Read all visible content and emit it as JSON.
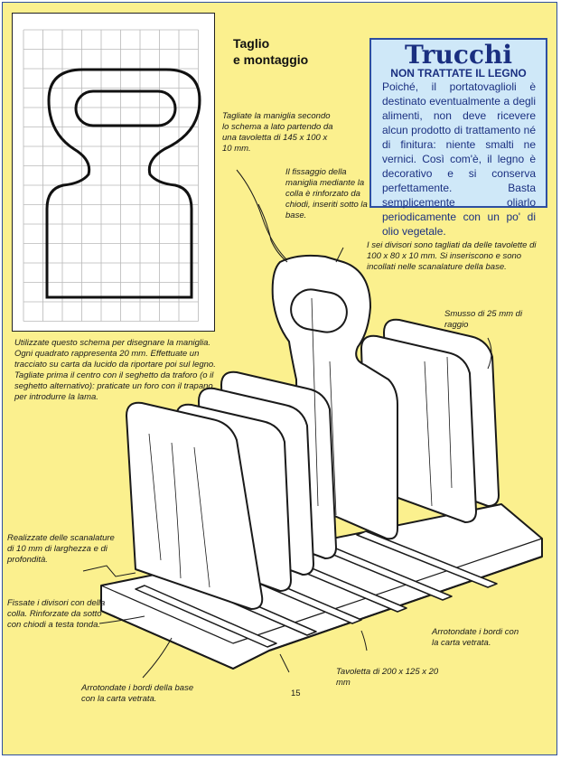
{
  "section_heading": {
    "line1": "Taglio",
    "line2": "e montaggio"
  },
  "tips_box": {
    "title": "Trucchi",
    "subtitle": "NON TRATTATE IL LEGNO",
    "body": "Poiché, il portatovaglioli è destinato eventualmente a degli alimenti, non deve ricevere alcun prodotto di trattamento né di finitura: niente smalti ne vernici. Così com'è, il legno è decorativo e si conserva perfettamente. Basta semplicemente oliarlo periodicamente con un po' di olio vegetale."
  },
  "annotations": {
    "handle_cut": "Tagliate la maniglia secondo lo schema a lato partendo da una tavoletta di 145 x 100 x 10 mm.",
    "handle_fixing": "Il fissaggio della maniglia mediante la colla è rinforzato da chiodi, inseriti sotto la base.",
    "dividers": "I sei divisori sono tagliati da delle tavolette di 100 x 80 x 10 mm. Si inseriscono e sono incollati nelle scanalature della base.",
    "chamfer": "Smusso di 25 mm di raggio",
    "template": "Utilizzate questo schema per disegnare la maniglia. Ogni quadrato rappresenta 20 mm. Effettuate un tracciato su carta da lucido da riportare poi sul legno. Tagliate prima il centro con il seghetto da traforo (o il seghetto alternativo): praticate un foro con il trapano per introdurre la lama.",
    "grooves": "Realizzate delle scanalature di 10 mm di larghezza e di profondità.",
    "fix_dividers": "Fissate i divisori con della colla. Rinforzate da sotto con chiodi a testa tonda.",
    "round_edges_right": "Arrotondate i bordi con la carta vetrata.",
    "board": "Tavoletta di 200 x 125 x 20 mm",
    "round_edges_base": "Arrotondate i bordi della base con la carta vetrata.",
    "nail_label": "15"
  },
  "colors": {
    "page_bg": "#fbf08e",
    "box_bg": "#cfe8f8",
    "box_border": "#2e4fa0",
    "box_text": "#1a2f80",
    "ink": "#1a1a1a",
    "wood": "#ffffff"
  }
}
